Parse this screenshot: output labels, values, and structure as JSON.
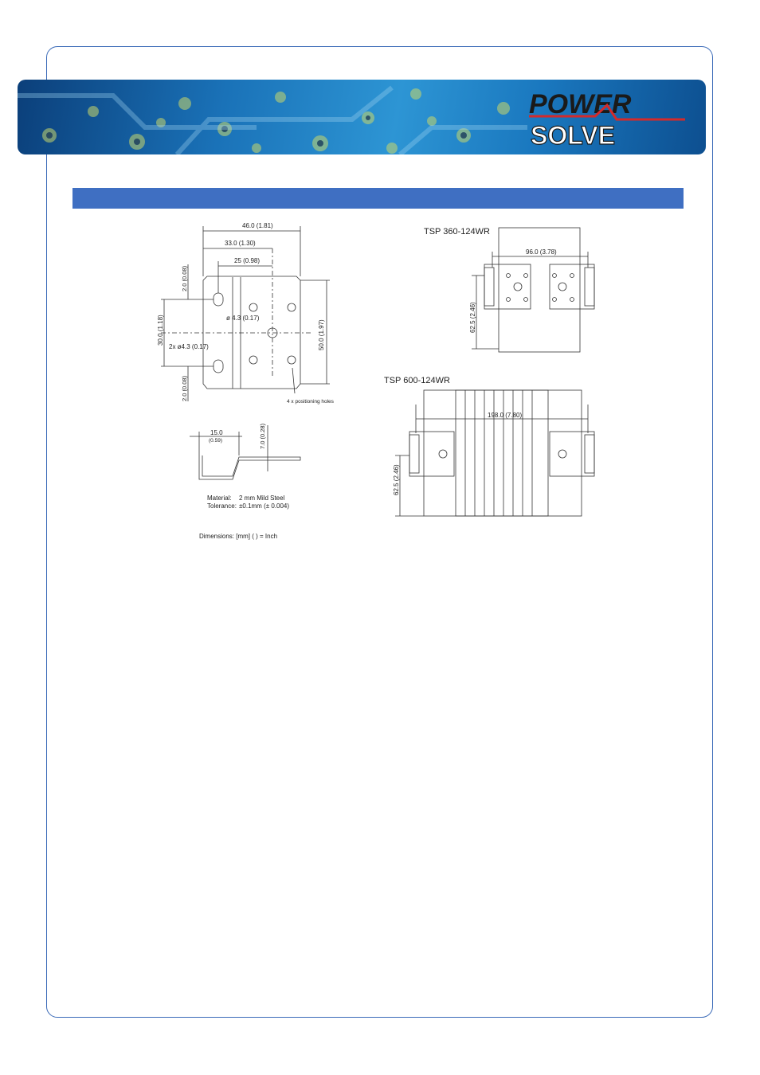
{
  "logo": {
    "line1": "POWER",
    "line2": "SOLVE"
  },
  "colors": {
    "frame": "#3a6ab8",
    "band": "#3f6fc2",
    "logo_red": "#d42a2a"
  },
  "bracket": {
    "dim_width_total": "46.0 (1.81)",
    "dim_width_mid": "33.0 (1.30)",
    "dim_width_inner": "25 (0.98)",
    "dim_height": "50.0 (1.97)",
    "dim_top_gap": "2.0 (0.08)",
    "dim_bottom_gap": "2.0 (0.08)",
    "dim_hole_span": "30.0 (1.18)",
    "center_hole": "ø 4.3 (0.17)",
    "slot_holes": "2x ø4.3 (0.17)",
    "positioning": "4 x positioning holes"
  },
  "side_view": {
    "dim_flange": "15.0",
    "dim_flange_in": "(0.59)",
    "dim_offset": "7.0 (0.28)",
    "material_label": "Material:",
    "material_value": "2 mm Mild Steel",
    "tolerance_label": "Tolerance:",
    "tolerance_value": "±0.1mm (± 0.004)",
    "dimensions_note": "Dimensions: [mm] ( ) = Inch"
  },
  "tsp360": {
    "title": "TSP 360-124WR",
    "dim_width": "96.0 (3.78)",
    "dim_height": "62.5 (2.46)"
  },
  "tsp600": {
    "title": "TSP 600-124WR",
    "dim_width": "198.0 (7.80)",
    "dim_height": "62.5 (2.46)"
  }
}
